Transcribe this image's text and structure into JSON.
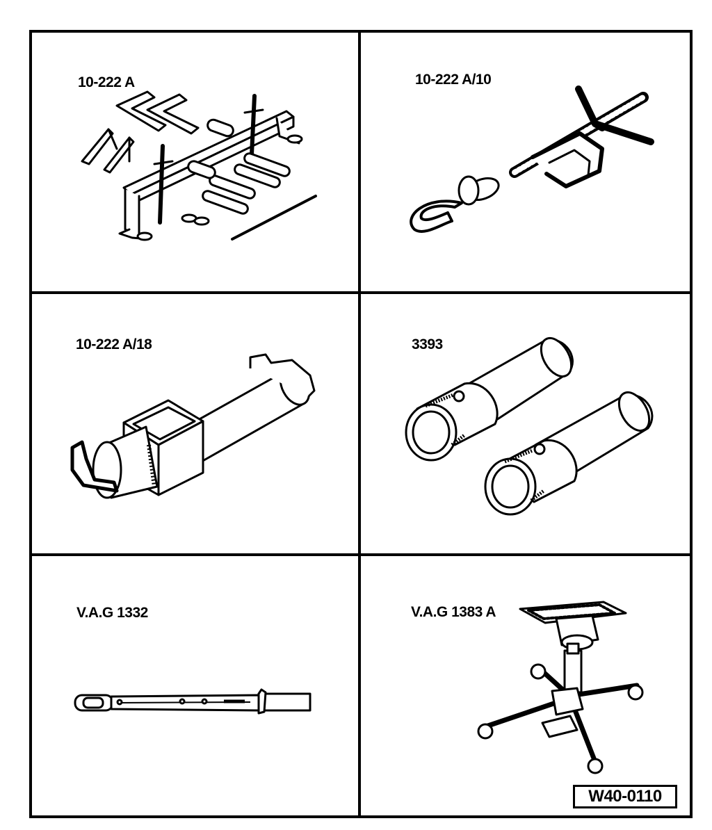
{
  "tools": [
    {
      "label": "10-222 A",
      "tool_icon": "engine-support-bridge-icon"
    },
    {
      "label": "10-222 A/10",
      "tool_icon": "lifting-hook-spindle-icon"
    },
    {
      "label": "10-222 A/18",
      "tool_icon": "square-tube-adapter-icon"
    },
    {
      "label": "3393",
      "tool_icon": "tube-sleeves-icon"
    },
    {
      "label": "V.A.G 1332",
      "tool_icon": "torque-wrench-icon"
    },
    {
      "label": "V.A.G 1383 A",
      "tool_icon": "transmission-jack-icon"
    }
  ],
  "figure_ref": "W40-0110"
}
